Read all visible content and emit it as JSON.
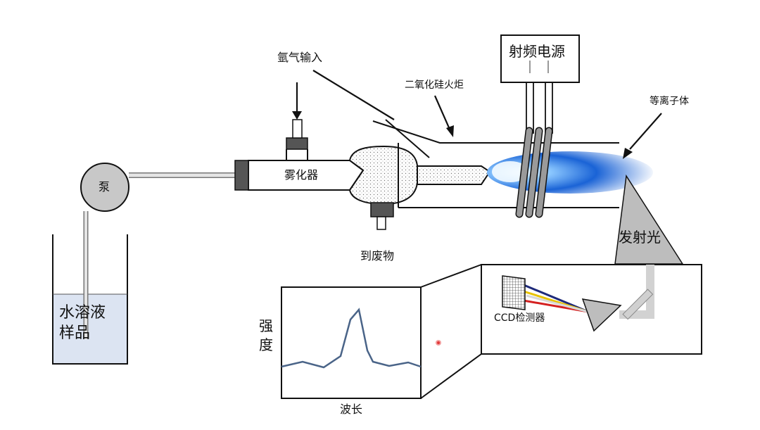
{
  "labels": {
    "pump": "泵",
    "sample": "水溶液样品",
    "argon_input": "氩气输入",
    "nebulizer": "雾化器",
    "waste": "到废物",
    "silica_torch": "二氧化硅火炬",
    "rf_power": "射频电源",
    "plasma": "等离子体",
    "emission": "发射光",
    "ccd_detector": "CCD检测器",
    "intensity": "强度",
    "wavelength": "波长"
  },
  "colors": {
    "line": "#111111",
    "sample_fill": "#dce4f2",
    "pump_fill": "#c8c8c8",
    "cap_fill": "#555555",
    "coil_fill": "#9a9a9a",
    "light_gray": "#bdbdbd",
    "plasma_core": "#e8f4ff",
    "plasma_blue": "#1a63d6",
    "spectrum_line": "#4a6488",
    "ray_blue": "#1e2a7a",
    "ray_yellow": "#e8c200",
    "ray_red": "#d42020",
    "red_dot": "#e23a3a"
  },
  "spectrum": {
    "x_label": "波长",
    "y_label": "强度"
  }
}
